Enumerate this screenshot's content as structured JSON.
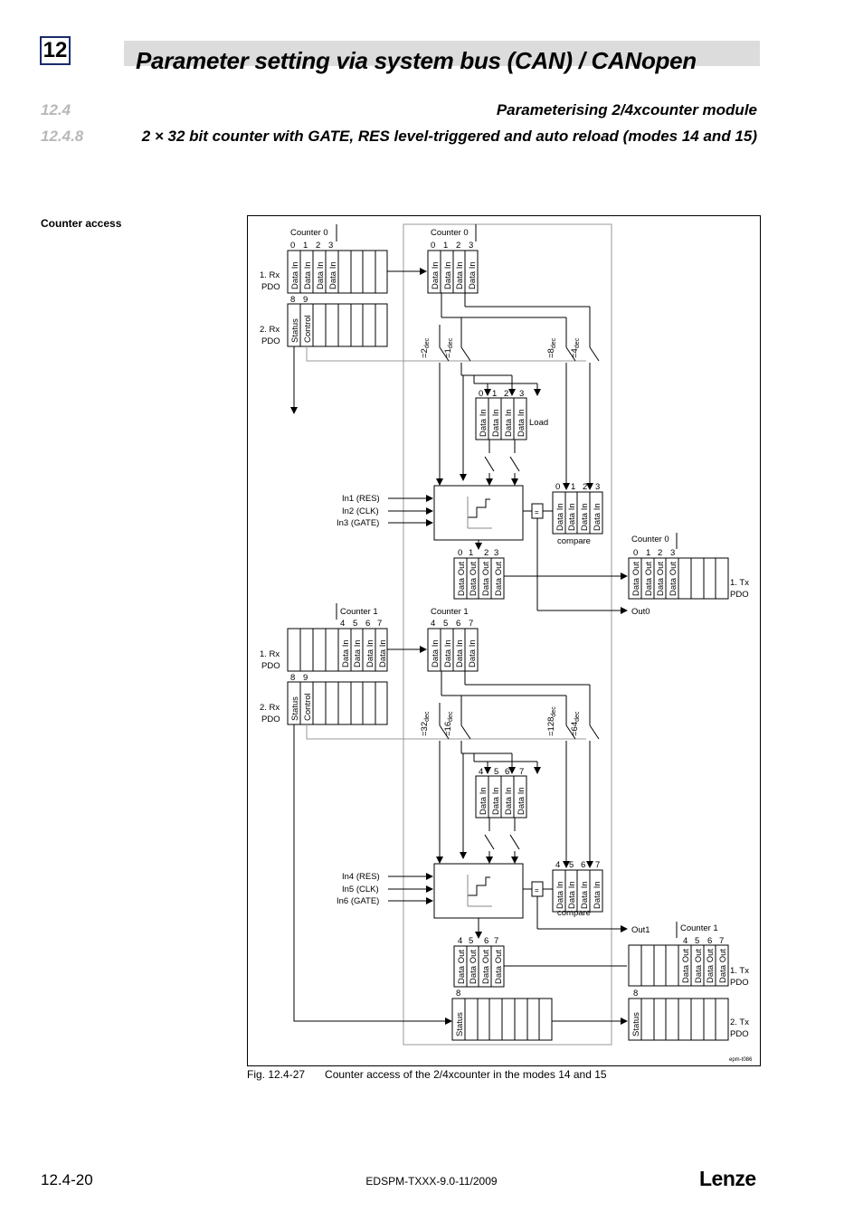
{
  "header": {
    "chapter": "12",
    "title": "Parameter setting via system bus (CAN) / CANopen",
    "section_num": "12.4",
    "section_title": "Parameterising 2/4xcounter module",
    "subsection_num": "12.4.8",
    "subsection_title": "2 × 32 bit counter with GATE, RES level-triggered and auto reload (modes 14 and 15)"
  },
  "side_label": "Counter access",
  "figure": {
    "counter0": "Counter 0",
    "counter1": "Counter 1",
    "rx1": [
      "1. Rx",
      "PDO"
    ],
    "rx2": [
      "2. Rx",
      "PDO"
    ],
    "tx1": [
      "1. Tx",
      "PDO"
    ],
    "tx2": [
      "2. Tx",
      "PDO"
    ],
    "data_in": "Data In",
    "data_out": "Data Out",
    "status": "Status",
    "control": "Control",
    "load": "Load",
    "compare": "compare",
    "eq": "=",
    "idx_0123": [
      "0",
      "1",
      "2",
      "3"
    ],
    "idx_4567": [
      "4",
      "5",
      "6",
      "7"
    ],
    "idx_89": [
      "8",
      "9"
    ],
    "idx_8": "8",
    "inputs_top": [
      "In1 (RES)",
      "In2 (CLK)",
      "In3 (GATE)"
    ],
    "inputs_bottom": [
      "In4 (RES)",
      "In5 (CLK)",
      "In6 (GATE)"
    ],
    "out0": "Out0",
    "out1": "Out1",
    "sw_top": [
      "=2",
      "=1",
      "=8",
      "=4"
    ],
    "sw_bottom": [
      "=32",
      "=16",
      "=128",
      "=64"
    ],
    "dec": "dec",
    "epm": "epm-t086"
  },
  "caption": {
    "fig_num": "Fig. 12.4-27",
    "text": "Counter access of the 2/4xcounter in the modes 14 and 15"
  },
  "footer": {
    "page": "12.4-20",
    "doc_id": "EDSPM-TXXX-9.0-11/2009",
    "brand": "Lenze"
  }
}
